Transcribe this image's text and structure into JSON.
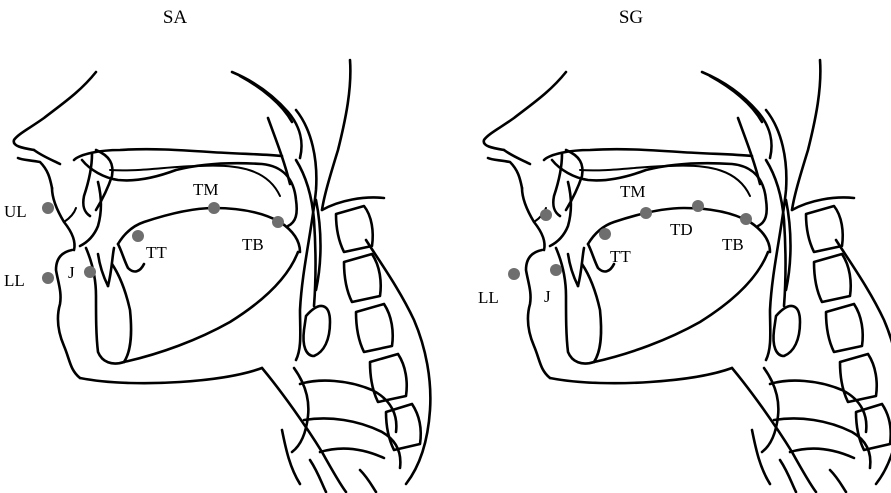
{
  "panels": [
    {
      "title": "SA",
      "points": [
        {
          "label": "UL",
          "color": "#6e6e6e"
        },
        {
          "label": "LL",
          "color": "#6e6e6e"
        },
        {
          "label": "J",
          "color": "#6e6e6e"
        },
        {
          "label": "TT",
          "color": "#6e6e6e"
        },
        {
          "label": "TM",
          "color": "#6e6e6e"
        },
        {
          "label": "TB",
          "color": "#6e6e6e"
        }
      ]
    },
    {
      "title": "SG",
      "points": [
        {
          "label": "LL",
          "color": "#6e6e6e"
        },
        {
          "label": "J",
          "color": "#6e6e6e"
        },
        {
          "label": "TT",
          "color": "#6e6e6e"
        },
        {
          "label": "TM",
          "color": "#6e6e6e"
        },
        {
          "label": "TD",
          "color": "#6e6e6e"
        },
        {
          "label": "TB",
          "color": "#6e6e6e"
        }
      ]
    }
  ]
}
